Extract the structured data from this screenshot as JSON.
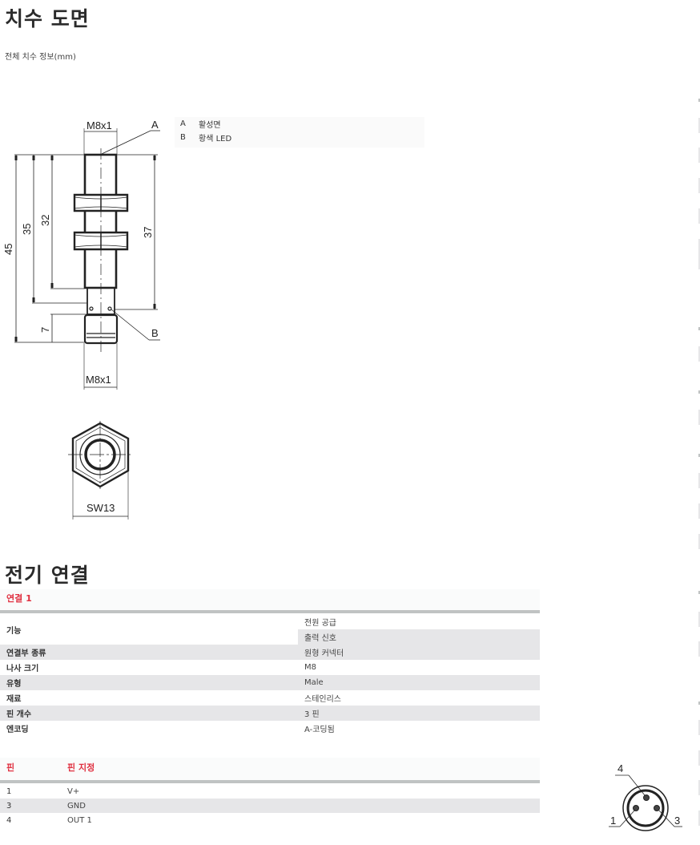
{
  "dimensions_section": {
    "title": "치수 도면",
    "subtitle": "전체 치수 정보(mm)",
    "legend": [
      {
        "key": "A",
        "label": "활성면"
      },
      {
        "key": "B",
        "label": "황색 LED"
      }
    ],
    "drawing_labels": {
      "thread_top": "M8x1",
      "thread_bottom": "M8x1",
      "callout_a": "A",
      "callout_b": "B",
      "dim_45": "45",
      "dim_35": "35",
      "dim_32": "32",
      "dim_37": "37",
      "dim_7": "7",
      "wrench_size": "SW13"
    }
  },
  "electrical_section": {
    "title": "전기 연결",
    "connection": {
      "header": "연결 1",
      "rows": [
        {
          "label": "기능",
          "values": [
            "전원 공급",
            "출력 신호"
          ]
        },
        {
          "label": "연결부 종류",
          "values": [
            "원형 커넥터"
          ]
        },
        {
          "label": "나사 크기",
          "values": [
            "M8"
          ]
        },
        {
          "label": "유형",
          "values": [
            "Male"
          ]
        },
        {
          "label": "재료",
          "values": [
            "스테인리스"
          ]
        },
        {
          "label": "핀 개수",
          "values": [
            "3 핀"
          ]
        },
        {
          "label": "엔코딩",
          "values": [
            "A-코딩됨"
          ]
        }
      ]
    },
    "pins": {
      "header_pin": "핀",
      "header_assignment": "핀 지정",
      "rows": [
        {
          "pin": "1",
          "assignment": "V+"
        },
        {
          "pin": "3",
          "assignment": "GND"
        },
        {
          "pin": "4",
          "assignment": "OUT 1"
        }
      ]
    },
    "pin_diagram_labels": {
      "pin4": "4",
      "pin1": "1",
      "pin3": "3"
    }
  },
  "colors": {
    "accent": "#e03040",
    "row_shade": "#e6e6e8",
    "header_rule": "#c0c3c3"
  }
}
